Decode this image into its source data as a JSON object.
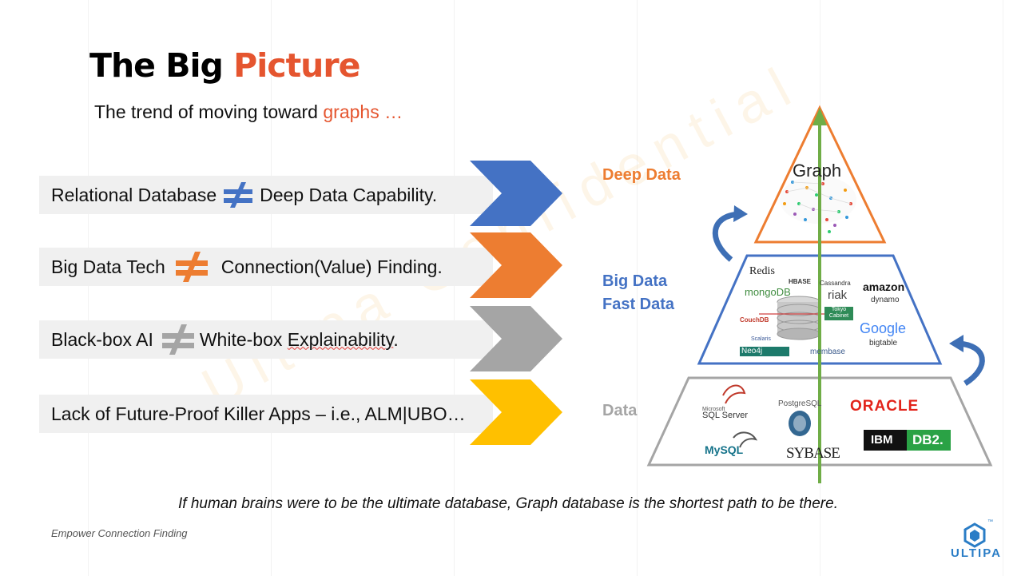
{
  "slide": {
    "title_part1": "The Big ",
    "title_part2": "Picture",
    "subtitle_part1": "The trend of moving toward ",
    "subtitle_part2": "graphs …",
    "rows": [
      {
        "left": "Relational Database",
        "right": "Deep Data Capability.",
        "color": "#4472c4"
      },
      {
        "left": "Big Data Tech",
        "right": "Connection(Value) Finding.",
        "color": "#ed7d31"
      },
      {
        "left": "Black-box AI",
        "right_prefix": "White-box ",
        "right_underlined": "Explainability",
        "right_suffix": ".",
        "color": "#a5a5a5"
      },
      {
        "left": "Lack of Future-Proof Killer Apps – i.e., ALM|UBO…",
        "color": "#ffc000"
      }
    ],
    "levels": {
      "deep": {
        "label": "Deep Data",
        "color": "#ed7d31"
      },
      "big_line1": "Big Data",
      "big_line2": "Fast Data",
      "big_color": "#4472c4",
      "data": {
        "label": "Data",
        "color": "#a5a5a5"
      }
    },
    "pyramid": {
      "graph_label": "Graph",
      "big_data_logos": [
        "Redis",
        "mongoDB",
        "HBASE",
        "Cassandra",
        "riak",
        "amazon",
        "dynamo",
        "CouchDB",
        "Tokyo Cabinet",
        "Google",
        "bigtable",
        "Scalaris",
        "Neo4j",
        "membase"
      ],
      "data_logos": [
        "Microsoft",
        "SQL Server",
        "PostgreSQL",
        "ORACLE",
        "MySQL",
        "SYBASE",
        "IBM",
        "DB2."
      ]
    },
    "caption": "If human brains were to be the ultimate database, Graph database is the shortest path to be there.",
    "footer": "Empower Connection Finding",
    "logo_text": "ULTIPA",
    "logo_tm": "™",
    "watermark": "Ultipa Confidential"
  }
}
